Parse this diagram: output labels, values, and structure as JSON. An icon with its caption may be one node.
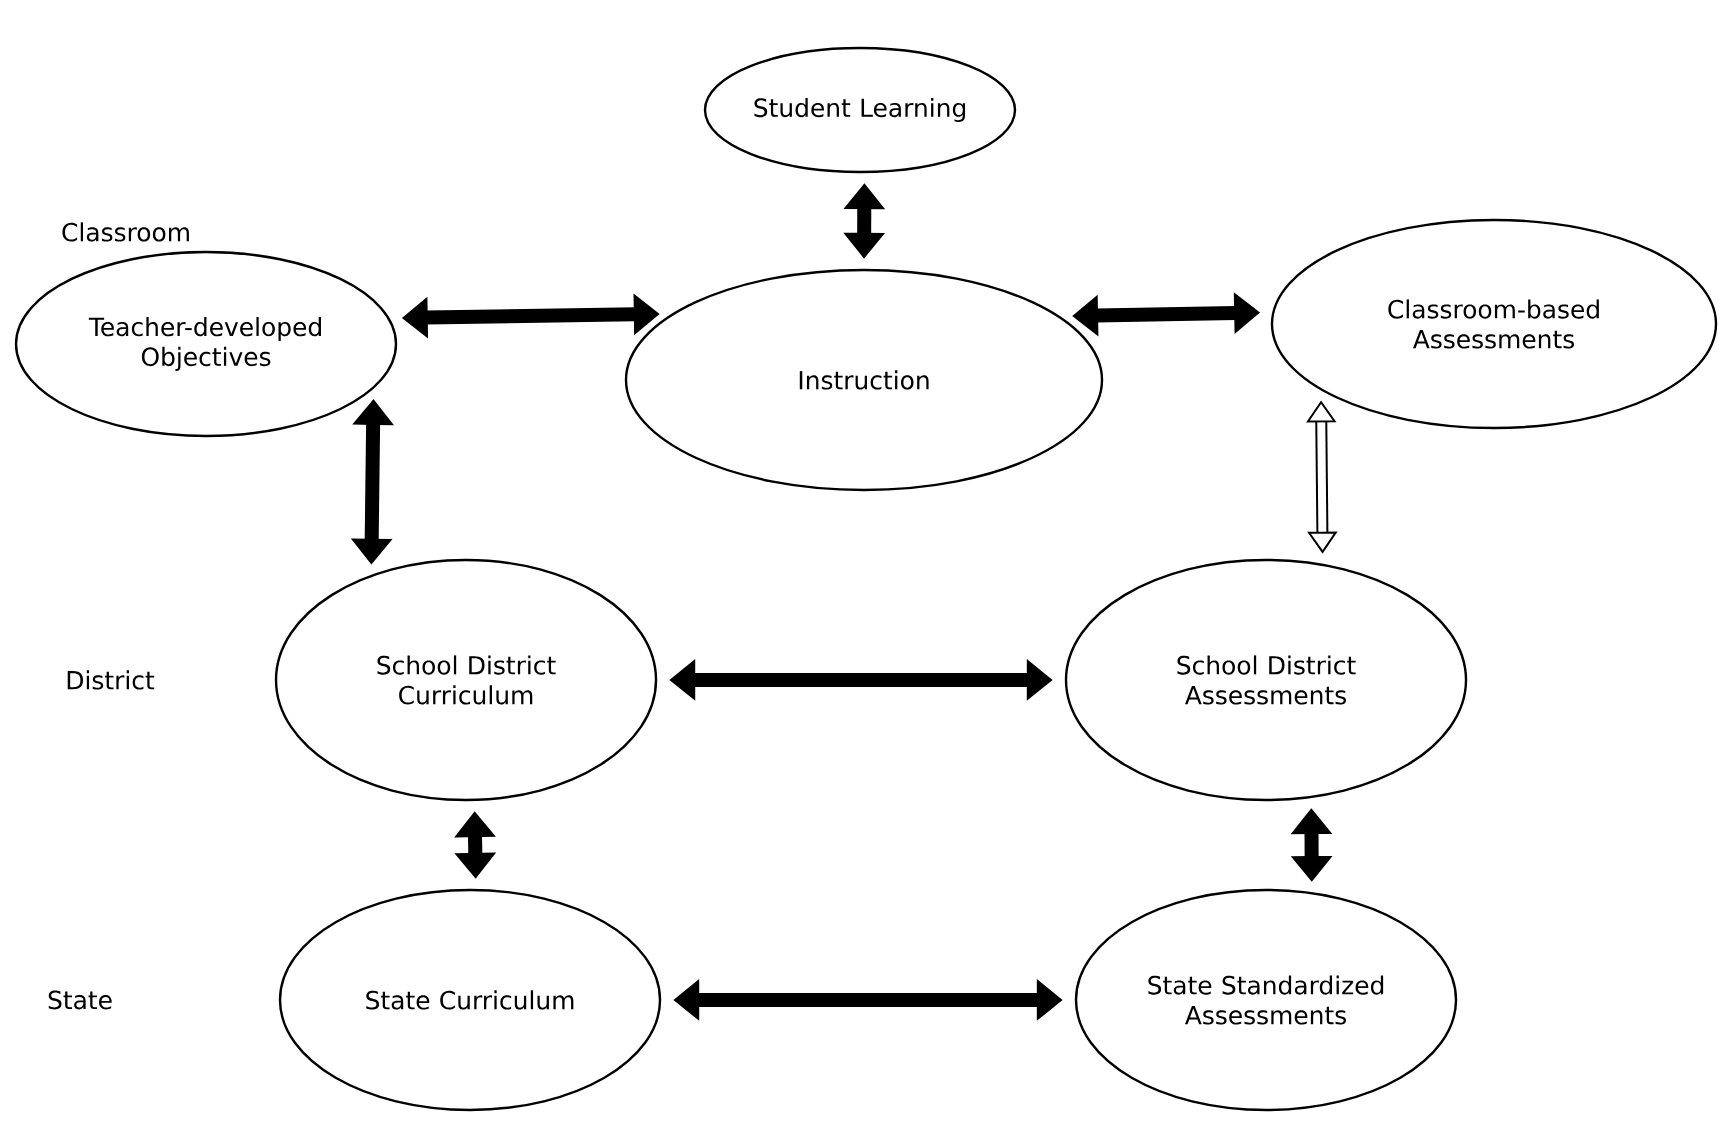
{
  "diagram": {
    "nodes": [
      {
        "text": [
          "Student Learning"
        ]
      },
      {
        "text": [
          "Instruction"
        ]
      },
      {
        "text": [
          "Teacher-developed Objectives"
        ]
      },
      {
        "text": [
          "Classroom-based Assessments"
        ]
      },
      {
        "text": [
          "School District Curriculum"
        ]
      },
      {
        "text": [
          "School District Assessments"
        ]
      },
      {
        "text": [
          "State Curriculum"
        ]
      },
      {
        "text": [
          "State Standardized Assessments"
        ]
      }
    ],
    "edges": [
      {
        "from": 0,
        "to": 1,
        "arrow": "both"
      },
      {
        "from": 2,
        "to": 1,
        "arrow": "both"
      },
      {
        "from": 1,
        "to": 3,
        "arrow": "both"
      },
      {
        "from": 2,
        "to": 4,
        "arrow": "both"
      },
      {
        "from": 3,
        "to": 5,
        "arrow": "both"
      },
      {
        "from": 4,
        "to": 5,
        "arrow": "both"
      },
      {
        "from": 4,
        "to": 6,
        "arrow": "both"
      },
      {
        "from": 5,
        "to": 7,
        "arrow": "both"
      },
      {
        "from": 6,
        "to": 7,
        "arrow": "both"
      }
    ],
    "labels": [
      "Classroom",
      "District",
      "State"
    ]
  }
}
